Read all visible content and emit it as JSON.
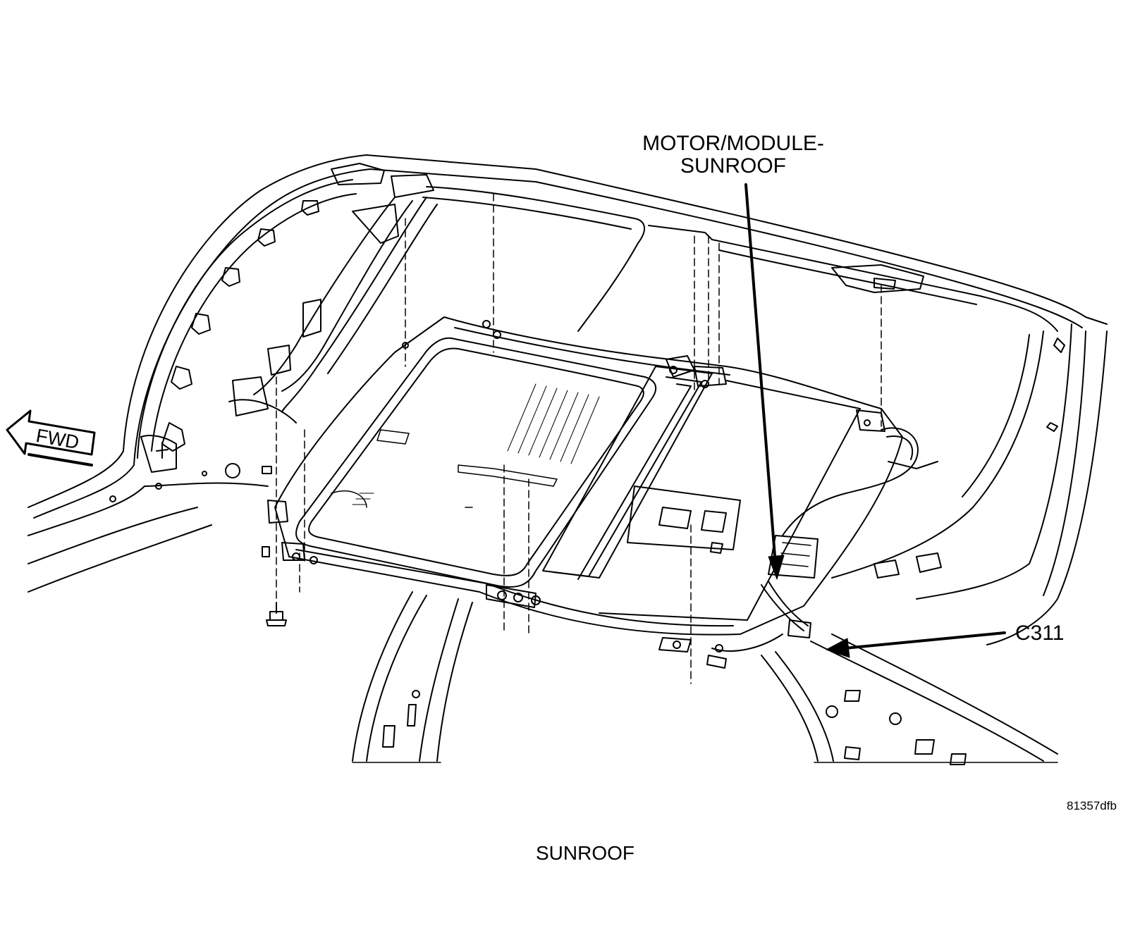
{
  "callouts": {
    "motor_module_line1": "MOTOR/MODULE-",
    "motor_module_line2": "SUNROOF",
    "connector": "C311"
  },
  "direction_arrow": {
    "label": "FWD"
  },
  "figure_id": "81357dfb",
  "caption": "SUNROOF",
  "colors": {
    "ink": "#000000",
    "background": "#ffffff"
  }
}
